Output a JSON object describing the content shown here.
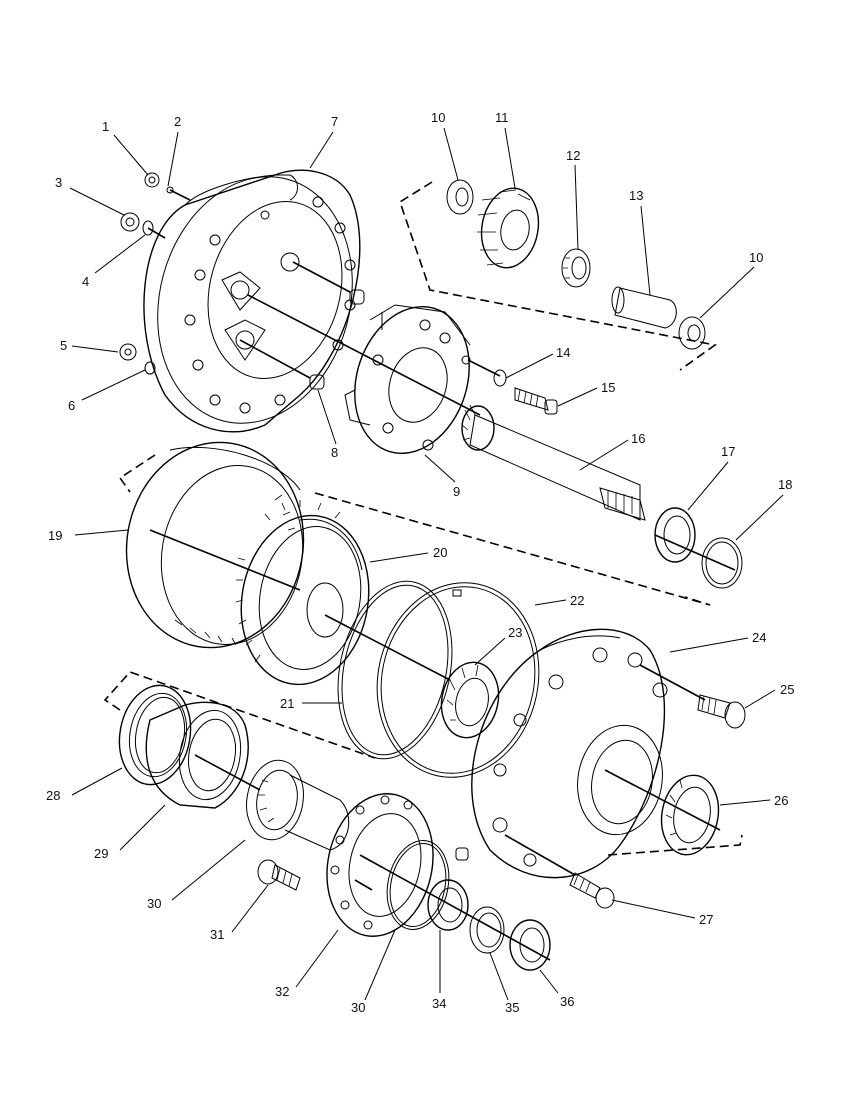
{
  "callouts": [
    {
      "id": "callout-1",
      "text": "1"
    },
    {
      "id": "callout-2",
      "text": "2"
    },
    {
      "id": "callout-3",
      "text": "3"
    },
    {
      "id": "callout-4",
      "text": "4"
    },
    {
      "id": "callout-5",
      "text": "5"
    },
    {
      "id": "callout-6",
      "text": "6"
    },
    {
      "id": "callout-7",
      "text": "7"
    },
    {
      "id": "callout-8",
      "text": "8"
    },
    {
      "id": "callout-9",
      "text": "9"
    },
    {
      "id": "callout-10a",
      "text": "10"
    },
    {
      "id": "callout-10b",
      "text": "10"
    },
    {
      "id": "callout-11",
      "text": "11"
    },
    {
      "id": "callout-12",
      "text": "12"
    },
    {
      "id": "callout-13",
      "text": "13"
    },
    {
      "id": "callout-14",
      "text": "14"
    },
    {
      "id": "callout-15",
      "text": "15"
    },
    {
      "id": "callout-16",
      "text": "16"
    },
    {
      "id": "callout-17",
      "text": "17"
    },
    {
      "id": "callout-18",
      "text": "18"
    },
    {
      "id": "callout-19",
      "text": "19"
    },
    {
      "id": "callout-20",
      "text": "20"
    },
    {
      "id": "callout-21",
      "text": "21"
    },
    {
      "id": "callout-22",
      "text": "22"
    },
    {
      "id": "callout-23",
      "text": "23"
    },
    {
      "id": "callout-24",
      "text": "24"
    },
    {
      "id": "callout-25",
      "text": "25"
    },
    {
      "id": "callout-26",
      "text": "26"
    },
    {
      "id": "callout-27",
      "text": "27"
    },
    {
      "id": "callout-28",
      "text": "28"
    },
    {
      "id": "callout-29",
      "text": "29"
    },
    {
      "id": "callout-30a",
      "text": "30"
    },
    {
      "id": "callout-30b",
      "text": "30"
    },
    {
      "id": "callout-31",
      "text": "31"
    },
    {
      "id": "callout-32",
      "text": "32"
    },
    {
      "id": "callout-34",
      "text": "34"
    },
    {
      "id": "callout-35",
      "text": "35"
    },
    {
      "id": "callout-36",
      "text": "36"
    }
  ]
}
